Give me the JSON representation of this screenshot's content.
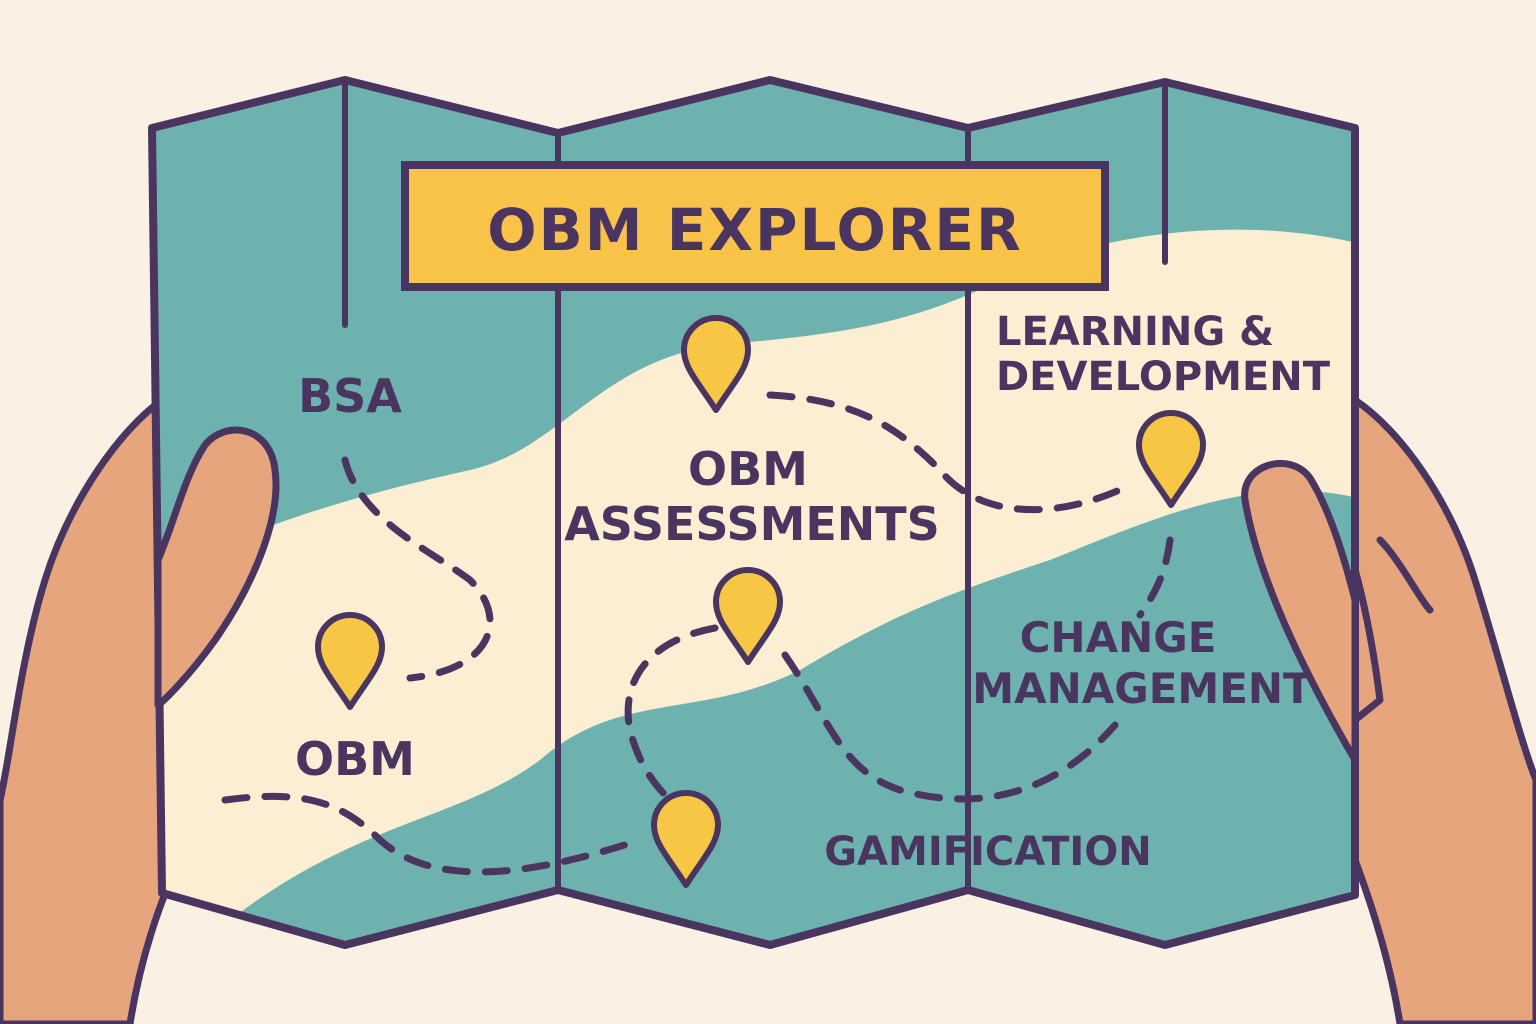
{
  "title": "OBM EXPLORER",
  "labels": {
    "bsa": "BSA",
    "obm": "OBM",
    "obm_assessments_line1": "OBM",
    "obm_assessments_line2": "ASSESSMENTS",
    "learning_line1": "LEARNING &",
    "learning_line2": "DEVELOPMENT",
    "change_line1": "CHANGE",
    "change_line2": "MANAGEMENT",
    "gamification": "GAMIFICATION"
  },
  "colors": {
    "background": "#FBF0E4",
    "map_teal": "#6DB2AE",
    "map_cream": "#FBEED3",
    "outline": "#4A3560",
    "banner": "#F9C34A",
    "pin": "#F7C644",
    "skin": "#E6A57C"
  },
  "icons": [
    "map-pin-icon"
  ]
}
